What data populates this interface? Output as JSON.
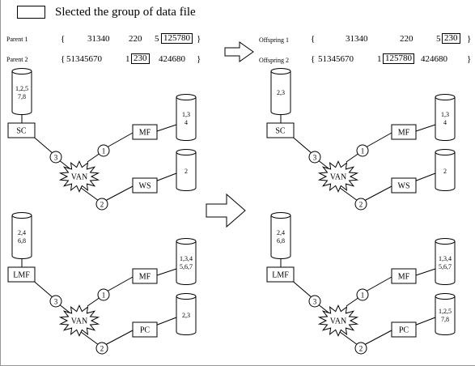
{
  "legend": {
    "caption": "Slected the group of data file"
  },
  "crossover": {
    "parent1": {
      "label": "Parent 1",
      "open": "{",
      "v1": "31340",
      "v2": "220",
      "v3": "5",
      "v4": "125780",
      "close": "}"
    },
    "parent2": {
      "label": "Parent 2",
      "open": "{",
      "v1": "51345670",
      "v2": "1",
      "v3": "230",
      "v4": "424680",
      "close": "}"
    },
    "offspring1": {
      "label": "Offspring 1",
      "open": "{",
      "v1": "31340",
      "v2": "220",
      "v3": "5",
      "v4": "230",
      "close": "}"
    },
    "offspring2": {
      "label": "Offspring 2",
      "open": "{",
      "v1": "51345670",
      "v2": "1",
      "v3": "125780",
      "v4": "424680",
      "close": "}"
    }
  },
  "before": {
    "top": {
      "db_sc": [
        "1,2,5",
        "7,8"
      ],
      "sc": "SC",
      "port_sc": "3",
      "van": "VAN",
      "port_mf": "1",
      "mf": "MF",
      "db_mf": [
        "1,3",
        "4"
      ],
      "port_ws": "2",
      "ws": "WS",
      "db_ws": [
        "2"
      ]
    },
    "bottom": {
      "db_lmf": [
        "2,4",
        "6,8"
      ],
      "lmf": "LMF",
      "port_lmf": "3",
      "van": "VAN",
      "port_mf": "1",
      "mf": "MF",
      "db_mf": [
        "1,3,4",
        "5,6,7"
      ],
      "port_pc": "2",
      "pc": "PC",
      "db_pc": [
        "2,3"
      ]
    }
  },
  "after": {
    "top": {
      "db_sc": [
        "2,3"
      ],
      "sc": "SC",
      "port_sc": "3",
      "van": "VAN",
      "port_mf": "1",
      "mf": "MF",
      "db_mf": [
        "1,3",
        "4"
      ],
      "port_ws": "2",
      "ws": "WS",
      "db_ws": [
        "2"
      ]
    },
    "bottom": {
      "db_lmf": [
        "2,4",
        "6,8"
      ],
      "lmf": "LMF",
      "port_lmf": "3",
      "van": "VAN",
      "port_mf": "1",
      "mf": "MF",
      "db_mf": [
        "1,3,4",
        "5,6,7"
      ],
      "port_pc": "2",
      "pc": "PC",
      "db_pc": [
        "1,2,5",
        "7,8"
      ]
    }
  }
}
